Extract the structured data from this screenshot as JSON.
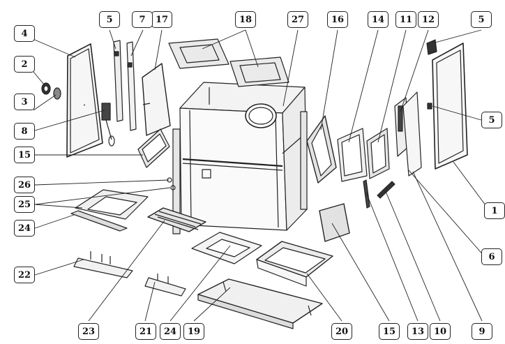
{
  "callouts": [
    {
      "id": "c4",
      "label": "4"
    },
    {
      "id": "c2",
      "label": "2"
    },
    {
      "id": "c3",
      "label": "3"
    },
    {
      "id": "c8",
      "label": "8"
    },
    {
      "id": "c15a",
      "label": "15"
    },
    {
      "id": "c26",
      "label": "26"
    },
    {
      "id": "c25",
      "label": "25"
    },
    {
      "id": "c24a",
      "label": "24"
    },
    {
      "id": "c22",
      "label": "22"
    },
    {
      "id": "c23",
      "label": "23"
    },
    {
      "id": "c21",
      "label": "21"
    },
    {
      "id": "c24b",
      "label": "24"
    },
    {
      "id": "c19",
      "label": "19"
    },
    {
      "id": "c20",
      "label": "20"
    },
    {
      "id": "c15b",
      "label": "15"
    },
    {
      "id": "c13",
      "label": "13"
    },
    {
      "id": "c10",
      "label": "10"
    },
    {
      "id": "c9",
      "label": "9"
    },
    {
      "id": "c6",
      "label": "6"
    },
    {
      "id": "c1",
      "label": "1"
    },
    {
      "id": "c5r",
      "label": "5"
    },
    {
      "id": "c5tr",
      "label": "5"
    },
    {
      "id": "c12",
      "label": "12"
    },
    {
      "id": "c11",
      "label": "11"
    },
    {
      "id": "c14",
      "label": "14"
    },
    {
      "id": "c16",
      "label": "16"
    },
    {
      "id": "c27",
      "label": "27"
    },
    {
      "id": "c18",
      "label": "18"
    },
    {
      "id": "c17",
      "label": "17"
    },
    {
      "id": "c7",
      "label": "7"
    },
    {
      "id": "c5tl",
      "label": "5"
    }
  ]
}
